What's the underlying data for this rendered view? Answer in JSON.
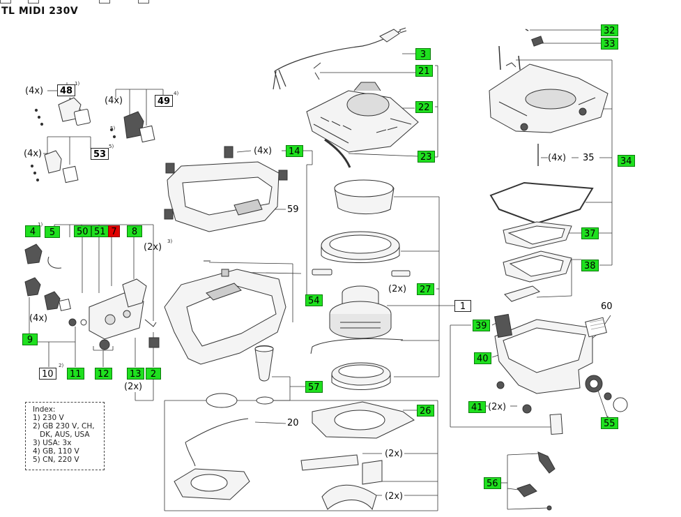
{
  "title": "TL MIDI 230V",
  "colors": {
    "highlight_green": "#1fe01f",
    "highlight_red": "#e00000",
    "line": "#333333"
  },
  "labels": {
    "p1": "1",
    "p2": "2",
    "p3": "3",
    "p4": "4",
    "p5": "5",
    "p7": "7",
    "p8": "8",
    "p9": "9",
    "p10": "10",
    "p11": "11",
    "p12": "12",
    "p13": "13",
    "p14": "14",
    "p20": "20",
    "p21": "21",
    "p22": "22",
    "p23": "23",
    "p26": "26",
    "p27": "27",
    "p32": "32",
    "p33": "33",
    "p34": "34",
    "p35": "35",
    "p37": "37",
    "p38": "38",
    "p39": "39",
    "p40": "40",
    "p41": "41",
    "p48": "48",
    "p49": "49",
    "p50": "50",
    "p51": "51",
    "p53": "53",
    "p54": "54",
    "p55": "55",
    "p56": "56",
    "p57": "57",
    "p59": "59",
    "p60": "60"
  },
  "counts": {
    "x4": "(4x)",
    "x2": "(2x)"
  },
  "footnotes": {
    "f1": "1)",
    "f2": "2)",
    "f3": "3)",
    "f4": "4)",
    "f5": "5)"
  },
  "index": {
    "heading": "Index:",
    "lines": [
      "1) 230 V",
      "2) GB 230 V, CH,",
      "   DK, AUS, USA",
      "3) USA: 3x",
      "4) GB, 110 V",
      "5) CN, 220 V"
    ]
  }
}
